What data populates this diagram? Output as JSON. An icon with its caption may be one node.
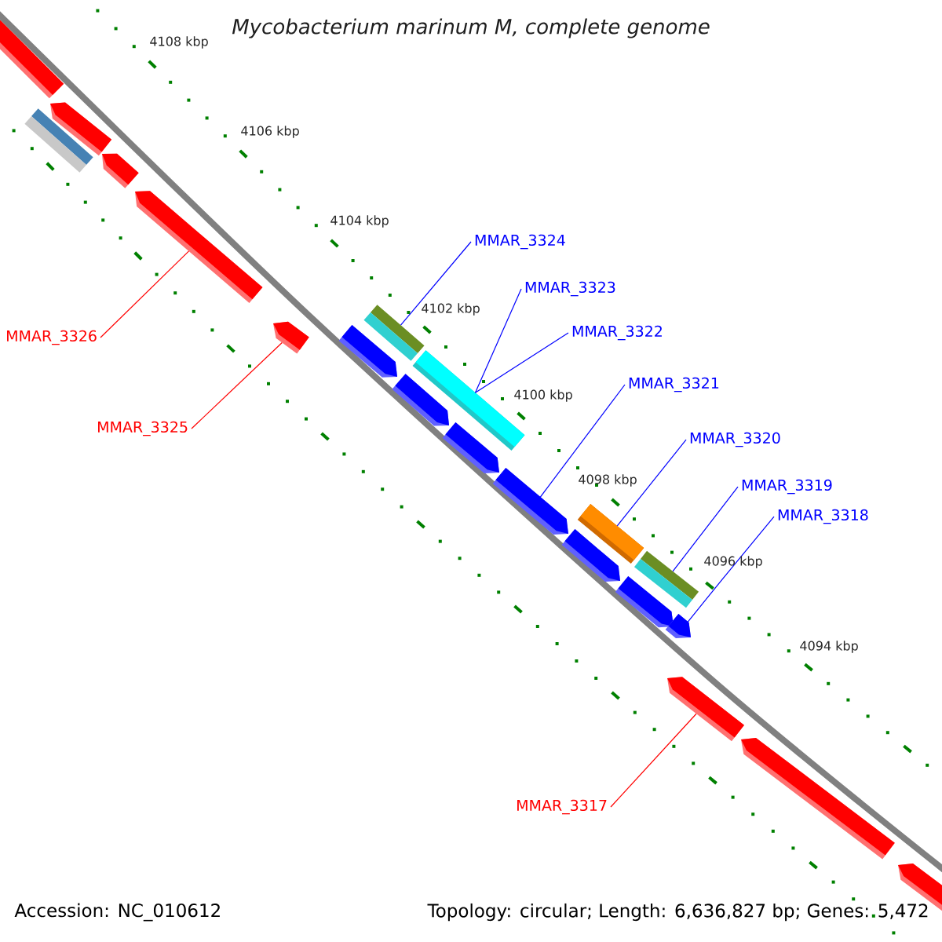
{
  "diagram": {
    "title": "Mycobacterium marinum M, complete genome",
    "nodes": [
      {
        "text": [
          "MMAR_3324"
        ]
      },
      {
        "text": [
          "MMAR_3323"
        ]
      },
      {
        "text": [
          "MMAR_3322"
        ]
      },
      {
        "text": [
          "MMAR_3326"
        ]
      },
      {
        "text": [
          "MMAR_3321"
        ]
      },
      {
        "text": [
          "MMAR_3325"
        ]
      },
      {
        "text": [
          "MMAR_3320"
        ]
      },
      {
        "text": [
          "MMAR_3319"
        ]
      },
      {
        "text": [
          "MMAR_3318"
        ]
      },
      {
        "text": [
          "MMAR_3317"
        ]
      },
      {
        "text": [],
        "shape": "arrow"
      },
      {
        "text": [],
        "shape": "bar"
      },
      {
        "text": [],
        "shape": "arrow"
      },
      {
        "text": [],
        "shape": "arrow"
      },
      {
        "text": [],
        "shape": "arrow"
      },
      {
        "text": [],
        "shape": "arrow"
      },
      {
        "text": [],
        "shape": "bar"
      },
      {
        "text": [],
        "shape": "arrow"
      },
      {
        "text": [],
        "shape": "bar"
      },
      {
        "text": [],
        "shape": "arrow"
      },
      {
        "text": [],
        "shape": "arrow"
      },
      {
        "text": [],
        "shape": "arrow"
      },
      {
        "text": [],
        "shape": "bar"
      },
      {
        "text": [],
        "shape": "arrow"
      },
      {
        "text": [],
        "shape": "bar"
      },
      {
        "text": [],
        "shape": "arrow"
      },
      {
        "text": [],
        "shape": "arrow"
      },
      {
        "text": [],
        "shape": "arrow"
      },
      {
        "text": [],
        "shape": "arrow"
      },
      {
        "text": [],
        "shape": "arrow"
      }
    ],
    "edges": [
      {
        "from": 0,
        "to": 16,
        "arrow": "none"
      },
      {
        "from": 1,
        "to": 18,
        "arrow": "none"
      },
      {
        "from": 2,
        "to": 18,
        "arrow": "none"
      },
      {
        "from": 3,
        "to": 14,
        "arrow": "none",
        "color": "#ff0000"
      },
      {
        "from": 4,
        "to": 21,
        "arrow": "none"
      },
      {
        "from": 5,
        "to": 15,
        "arrow": "none",
        "color": "#ff0000"
      },
      {
        "from": 6,
        "to": 22,
        "arrow": "none"
      },
      {
        "from": 7,
        "to": 24,
        "arrow": "none"
      },
      {
        "from": 8,
        "to": 26,
        "arrow": "none"
      },
      {
        "from": 9,
        "to": 27,
        "arrow": "none",
        "color": "#ff0000"
      }
    ],
    "labels": [
      "4108 kbp",
      "4106 kbp",
      "4104 kbp",
      "4102 kbp",
      "4100 kbp",
      "4098 kbp",
      "4096 kbp",
      "4094 kbp",
      "Accession: NC_010612",
      "Topology: circular; Length: 6,636,827 bp; Genes: 5,472"
    ]
  }
}
